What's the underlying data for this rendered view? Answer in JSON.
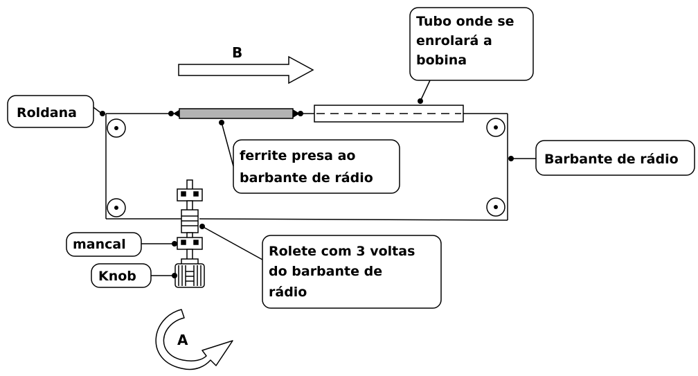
{
  "labels": {
    "tubo": [
      "Tubo onde se",
      "enrolará  a",
      "bobina"
    ],
    "roldana": "Roldana",
    "ferrite": [
      "ferrite presa ao",
      "barbante de rádio"
    ],
    "barbante": "Barbante de rádio",
    "mancal": "mancal",
    "knob": "Knob",
    "rolete": [
      "Rolete com 3 voltas",
      "do barbante de",
      "rádio"
    ],
    "arrow_b": "B",
    "arrow_a": "A"
  }
}
